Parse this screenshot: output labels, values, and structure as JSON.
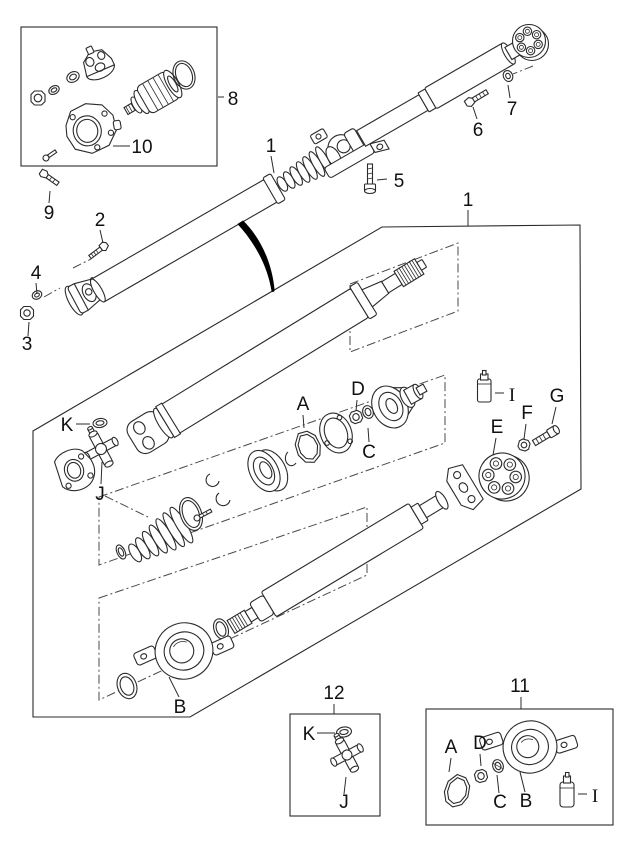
{
  "diagram": {
    "kind": "exploded-parts-diagram",
    "subject": "Propeller shaft assembly exploded view",
    "colors": {
      "line": "#2b2b2b",
      "background": "#ffffff",
      "swoosh": "#000000"
    }
  },
  "callouts": {
    "shaft_assembly": "1",
    "exploded_box": "1",
    "n2": "2",
    "n3": "3",
    "n4": "4",
    "n5": "5",
    "n6": "6",
    "n7": "7",
    "n8": "8",
    "n9": "9",
    "n10": "10",
    "n11": "11",
    "n12": "12",
    "letters": {
      "A": "A",
      "B": "B",
      "C": "C",
      "D": "D",
      "E": "E",
      "F": "F",
      "G": "G",
      "I": "I",
      "J": "J",
      "K": "K"
    },
    "inset12": {
      "K": "K",
      "J": "J"
    },
    "inset11": {
      "A": "A",
      "B": "B",
      "C": "C",
      "D": "D",
      "I": "I"
    }
  }
}
